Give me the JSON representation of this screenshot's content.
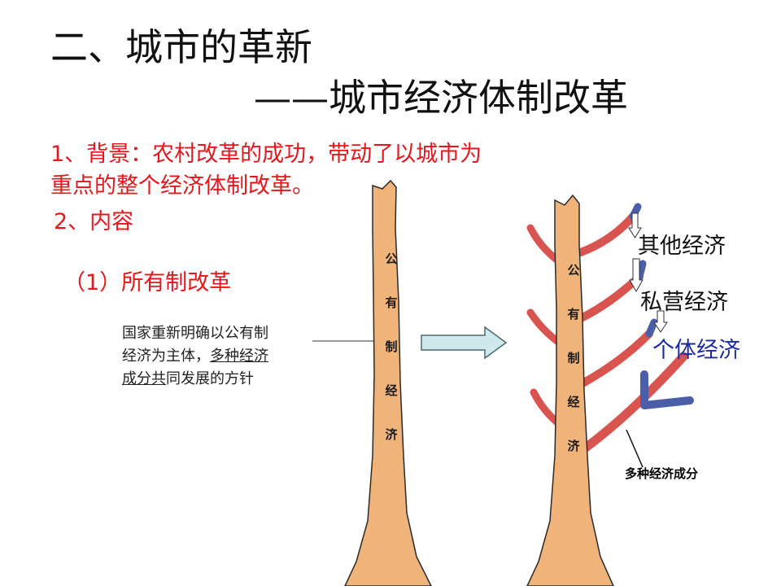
{
  "title": {
    "main": "二、城市的革新",
    "sub": "——城市经济体制改革"
  },
  "background": {
    "line1": "1、背景：农村改革的成功，带动了以城市为",
    "line2": "重点的整个经济体制改革。"
  },
  "content_heading": "2、内容",
  "ownership_heading": "（1）所有制改革",
  "policy": {
    "line1": "国家重新明确以公有制",
    "line2_plain": "经济为主体，",
    "line2_underlined": "多种经济",
    "line3_underlined": "成分共",
    "line3_plain": "同发展的方针"
  },
  "trunk_left": [
    "公",
    "有",
    "制",
    "经",
    "济"
  ],
  "trunk_right": [
    "公",
    "有",
    "制",
    "经",
    "济"
  ],
  "labels": {
    "other": "其他经济",
    "private": "私营经济",
    "individual": "个体经济",
    "mixed": "多种经济成分"
  },
  "colors": {
    "trunk": "#f0b37a",
    "trunk_outline": "#2a2a2a",
    "red_branch": "#d9534f",
    "blue_branch": "#4a5fa8",
    "arrow_fill": "#cfe8ec",
    "title_text": "#111111",
    "accent_red": "#e8161a",
    "accent_blue": "#1b2aa8"
  }
}
